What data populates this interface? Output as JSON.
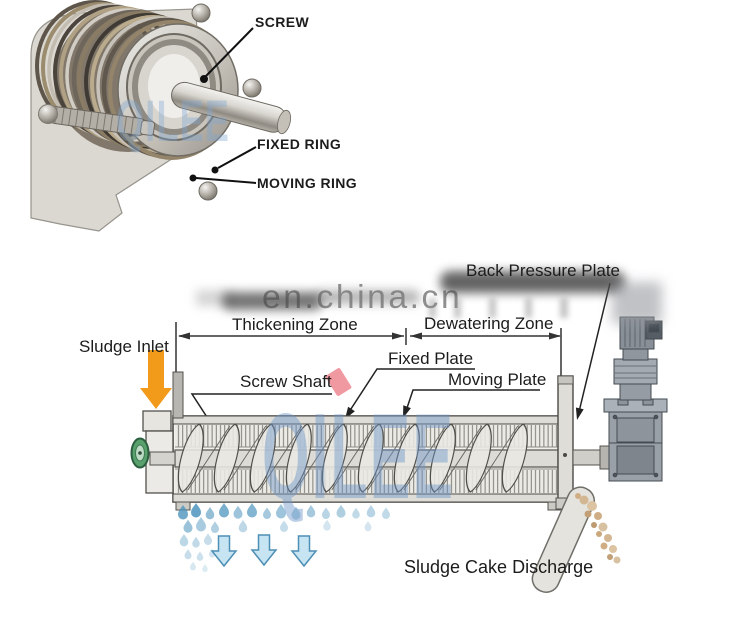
{
  "photo": {
    "labels": {
      "screw": "SCREW",
      "fixed_ring": "FIXED RING",
      "moving_ring": "MOVING RING"
    },
    "watermark_brand": "QILEE"
  },
  "diagram": {
    "labels": {
      "sludge_inlet": "Sludge Inlet",
      "thickening_zone": "Thickening Zone",
      "dewatering_zone": "Dewatering Zone",
      "back_pressure_plate": "Back Pressure Plate",
      "fixed_plate": "Fixed Plate",
      "screw_shaft": "Screw Shaft",
      "moving_plate": "Moving Plate",
      "sludge_cake_discharge": "Sludge Cake Discharge"
    },
    "watermark_brand": "QILEE",
    "watermark_site": "en.china.cn",
    "colors": {
      "inlet_arrow": "#f29b1b",
      "water_arrow_fill": "#c7e4f2",
      "water_arrow_stroke": "#4d8fb5",
      "watermark_blue": "#6c94c8",
      "flange_green": "#58a06c",
      "label_ink": "#1c1c1c"
    }
  }
}
